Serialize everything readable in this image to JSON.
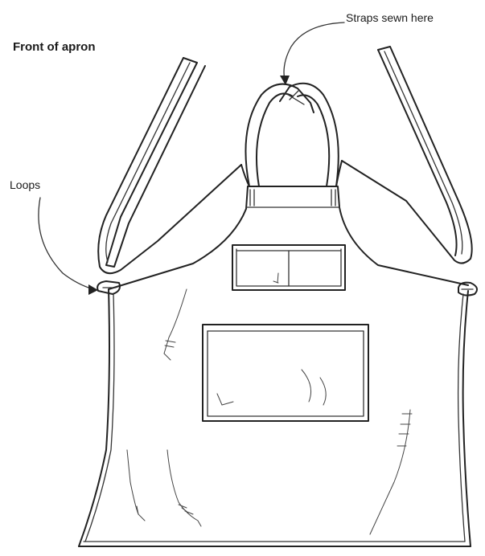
{
  "diagram": {
    "title": "Front of apron",
    "labels": {
      "straps_note": "Straps sewn here",
      "loops_note": "Loops"
    },
    "colors": {
      "ink": "#222222",
      "background": "#ffffff"
    }
  }
}
